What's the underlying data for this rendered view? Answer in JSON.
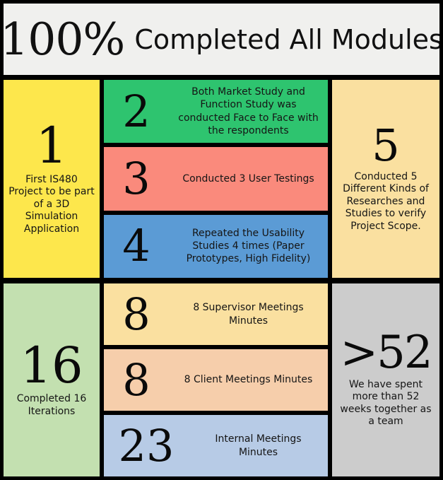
{
  "header": {
    "percent": "100%",
    "title": "Completed All Modules"
  },
  "colors": {
    "background": "#000000",
    "header_bg": "#f0f0ee",
    "yellow": "#fde74c",
    "green": "#2ec46f",
    "salmon": "#fa8a7c",
    "blue": "#5b9bd5",
    "cream": "#fae0a0",
    "light_green": "#c3e0b0",
    "peach": "#f6ceab",
    "light_blue": "#b7cbe6",
    "gray": "#cccccc",
    "text": "#111111"
  },
  "panels": {
    "top_left": {
      "number": "1",
      "caption": "First IS480 Project to be part of a 3D Simulation Application",
      "color": "#fde74c"
    },
    "top_right": {
      "number": "5",
      "caption": "Conducted 5 Different Kinds of Researches and Studies to verify Project Scope.",
      "color": "#fae0a0"
    },
    "bottom_left": {
      "number": "16",
      "caption": "Completed 16 Iterations",
      "color": "#c3e0b0"
    },
    "bottom_right": {
      "number": ">52",
      "caption": "We have spent more than 52 weeks together as a team",
      "color": "#cccccc"
    }
  },
  "top_rows": [
    {
      "number": "2",
      "caption": "Both Market Study and Function Study was conducted Face to Face with the respondents",
      "color": "#2ec46f"
    },
    {
      "number": "3",
      "caption": "Conducted 3 User Testings",
      "color": "#fa8a7c"
    },
    {
      "number": "4",
      "caption": "Repeated the Usability Studies 4 times (Paper Prototypes, High Fidelity)",
      "color": "#5b9bd5"
    }
  ],
  "bottom_rows": [
    {
      "number": "8",
      "caption": "8 Supervisor Meetings Minutes",
      "color": "#fae0a0"
    },
    {
      "number": "8",
      "caption": "8 Client Meetings Minutes",
      "color": "#f6ceab"
    },
    {
      "number": "23",
      "caption": "Internal Meetings Minutes",
      "color": "#b7cbe6"
    }
  ]
}
